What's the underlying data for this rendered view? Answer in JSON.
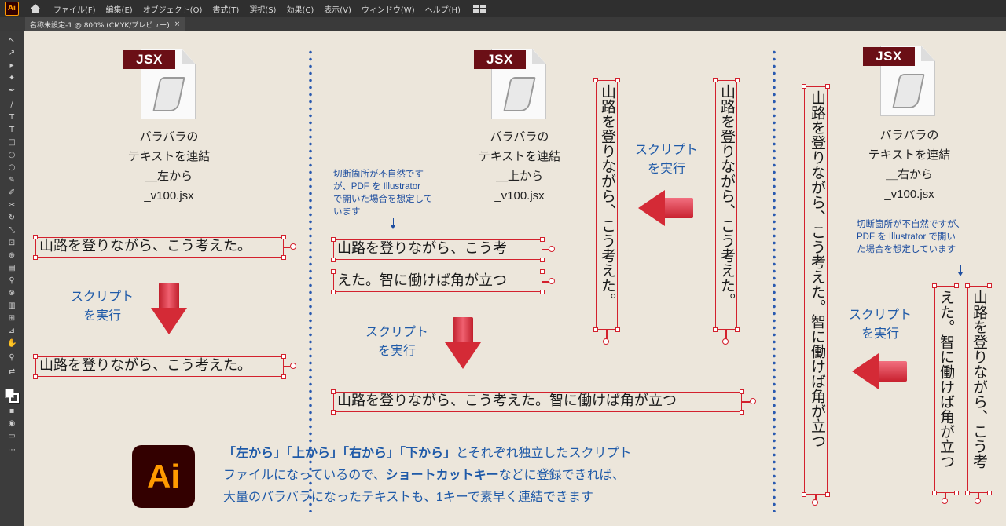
{
  "app": {
    "logo": "Ai"
  },
  "menu": [
    "ファイル(F)",
    "編集(E)",
    "オブジェクト(O)",
    "書式(T)",
    "選択(S)",
    "効果(C)",
    "表示(V)",
    "ウィンドウ(W)",
    "ヘルプ(H)"
  ],
  "tab": {
    "title": "名称未設定-1 @ 800% (CMYK/プレビュー)",
    "close": "×"
  },
  "columns": {
    "left": {
      "jsx_badge": "JSX",
      "caption": [
        "バラバラの",
        "テキストを連結",
        "＿左から",
        "_v100.jsx"
      ],
      "before_text": "山路を登りながら、こう考えた。",
      "script_label": [
        "スクリプト",
        "を実行"
      ],
      "after_text": "山路を登りながら、こう考えた。"
    },
    "middle": {
      "jsx_badge": "JSX",
      "caption": [
        "バラバラの",
        "テキストを連結",
        "＿上から",
        "_v100.jsx"
      ],
      "note": [
        "切断箇所が不自然です",
        "が、PDF を Illustrator",
        "で開いた場合を想定して",
        "います"
      ],
      "before_text_1": "山路を登りながら、こう考",
      "before_text_2": "えた。智に働けば角が立つ",
      "script_label": [
        "スクリプト",
        "を実行"
      ],
      "after_text": "山路を登りながら、こう考えた。智に働けば角が立つ",
      "vertical_before": "山路を登りながら、こう考えた。",
      "vertical_after": "山路を登りながら、こう考えた。",
      "script_label_v": [
        "スクリプト",
        "を実行"
      ]
    },
    "right": {
      "jsx_badge": "JSX",
      "caption": [
        "バラバラの",
        "テキストを連結",
        "＿右から",
        "_v100.jsx"
      ],
      "note": [
        "切断箇所が不自然ですが、",
        "PDF を Illustrator で開い",
        "た場合を想定しています"
      ],
      "vertical_after": "山路を登りながら、こう考えた。智に働けば角が立つ",
      "vertical_before_1": "山路を登りながら、こう考",
      "vertical_before_2": "えた。智に働けば角が立つ",
      "script_label": [
        "スクリプト",
        "を実行"
      ]
    }
  },
  "bottom": {
    "ai_logo": "Ai",
    "line1_parts": [
      "「左から」「上から」「右から」「下から」",
      "とそれぞれ独立したスクリプト"
    ],
    "line2_parts": [
      "ファイルになっているので、",
      "ショートカットキー",
      "などに登録できれば、"
    ],
    "line3": "大量のバラバラになったテキストも、1キーで素早く連結できます"
  },
  "colors": {
    "canvas": "#ece6db",
    "accent_blue": "#1f5aa8",
    "selection_red": "#d3212d",
    "jsx_badge": "#6b0f16"
  }
}
